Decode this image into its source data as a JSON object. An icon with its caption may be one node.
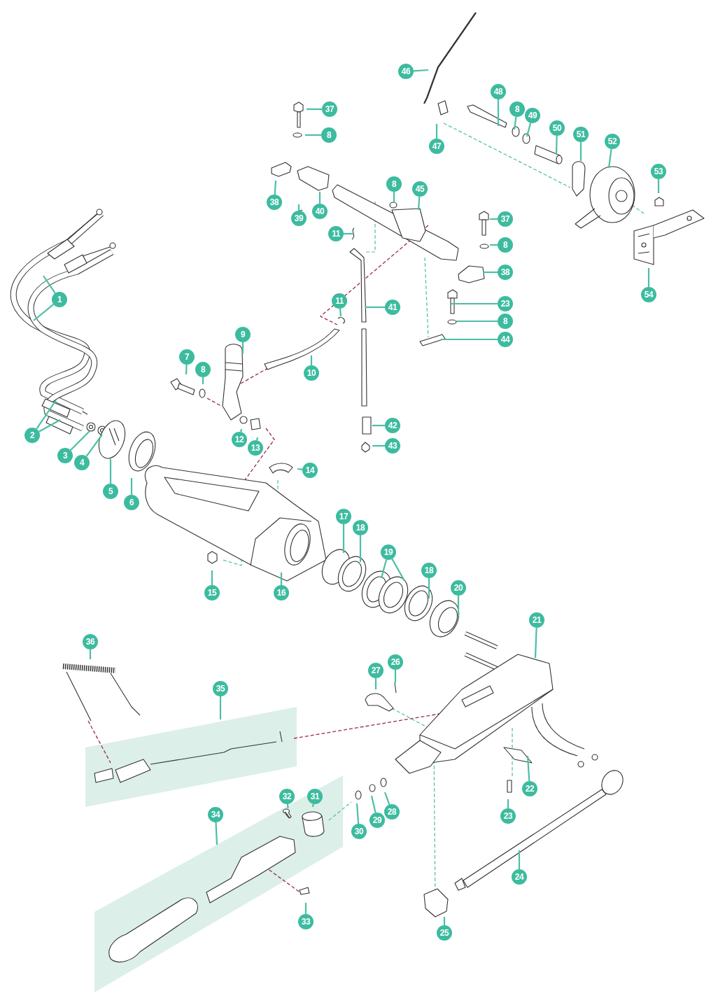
{
  "diagram": {
    "nodes": [
      {
        "text": [
          "1"
        ]
      },
      {
        "text": [
          "2"
        ]
      },
      {
        "text": [
          "3"
        ]
      },
      {
        "text": [
          "4"
        ]
      },
      {
        "text": [
          "5"
        ]
      },
      {
        "text": [
          "6"
        ]
      },
      {
        "text": [
          "7"
        ]
      },
      {
        "text": [
          "8"
        ]
      },
      {
        "text": [
          "9"
        ]
      },
      {
        "text": [
          "10"
        ]
      },
      {
        "text": [
          "11"
        ]
      },
      {
        "text": [
          "11"
        ]
      },
      {
        "text": [
          "12"
        ]
      },
      {
        "text": [
          "13"
        ]
      },
      {
        "text": [
          "14"
        ]
      },
      {
        "text": [
          "15"
        ]
      },
      {
        "text": [
          "16"
        ]
      },
      {
        "text": [
          "17"
        ]
      },
      {
        "text": [
          "18"
        ]
      },
      {
        "text": [
          "19"
        ]
      },
      {
        "text": [
          "18"
        ]
      },
      {
        "text": [
          "20"
        ]
      },
      {
        "text": [
          "21"
        ]
      },
      {
        "text": [
          "22"
        ]
      },
      {
        "text": [
          "23"
        ]
      },
      {
        "text": [
          "24"
        ]
      },
      {
        "text": [
          "25"
        ]
      },
      {
        "text": [
          "26"
        ]
      },
      {
        "text": [
          "27"
        ]
      },
      {
        "text": [
          "28"
        ]
      },
      {
        "text": [
          "29"
        ]
      },
      {
        "text": [
          "30"
        ]
      },
      {
        "text": [
          "31"
        ],
        "in": 65
      },
      {
        "text": [
          "32"
        ]
      },
      {
        "text": [
          "33"
        ]
      },
      {
        "text": [
          "34"
        ]
      },
      {
        "text": [
          "35"
        ]
      },
      {
        "text": [
          "36"
        ]
      },
      {
        "text": [
          "37"
        ]
      },
      {
        "text": [
          "8"
        ]
      },
      {
        "text": [
          "38"
        ]
      },
      {
        "text": [
          "39"
        ]
      },
      {
        "text": [
          "40"
        ]
      },
      {
        "text": [
          "8"
        ]
      },
      {
        "text": [
          "45"
        ]
      },
      {
        "text": [
          "41"
        ]
      },
      {
        "text": [
          "37"
        ]
      },
      {
        "text": [
          "8"
        ]
      },
      {
        "text": [
          "38"
        ]
      },
      {
        "text": [
          "23"
        ]
      },
      {
        "text": [
          "8"
        ]
      },
      {
        "text": [
          "44"
        ]
      },
      {
        "text": [
          "42"
        ]
      },
      {
        "text": [
          "43"
        ]
      },
      {
        "text": [
          "46"
        ]
      },
      {
        "text": [
          "47"
        ]
      },
      {
        "text": [
          "48"
        ]
      },
      {
        "text": [
          "8"
        ]
      },
      {
        "text": [
          "49"
        ]
      },
      {
        "text": [
          "50"
        ]
      },
      {
        "text": [
          "51"
        ]
      },
      {
        "text": [
          "52"
        ]
      },
      {
        "text": [
          "53"
        ]
      },
      {
        "text": [
          "54"
        ]
      },
      {
        "text": [],
        "shape": "band"
      },
      {
        "text": [],
        "shape": "band"
      },
      {
        "text": [],
        "shape": "picture",
        "in": 65
      },
      {
        "text": [],
        "shape": "picture",
        "in": 65
      }
    ],
    "edges": [
      {
        "from": 0,
        "to": null,
        "arrow": "none"
      },
      {
        "from": 0,
        "to": null,
        "arrow": "none"
      },
      {
        "from": 1,
        "to": null,
        "arrow": "none"
      },
      {
        "from": 1,
        "to": null,
        "arrow": "none"
      },
      {
        "from": 2,
        "to": null,
        "arrow": "none"
      },
      {
        "from": 3,
        "to": null,
        "arrow": "none"
      },
      {
        "from": 4,
        "to": null,
        "arrow": "none"
      },
      {
        "from": 5,
        "to": null,
        "arrow": "none"
      },
      {
        "from": 6,
        "to": null,
        "arrow": "none"
      },
      {
        "from": 7,
        "to": null,
        "arrow": "none"
      },
      {
        "from": 8,
        "to": null,
        "arrow": "none"
      },
      {
        "from": 9,
        "to": null,
        "arrow": "none"
      },
      {
        "from": 10,
        "to": null,
        "arrow": "none"
      },
      {
        "from": 11,
        "to": null,
        "arrow": "none"
      },
      {
        "from": 12,
        "to": null,
        "arrow": "none"
      },
      {
        "from": 13,
        "to": null,
        "arrow": "none"
      },
      {
        "from": 14,
        "to": null,
        "arrow": "none"
      },
      {
        "from": 15,
        "to": null,
        "arrow": "none"
      },
      {
        "from": 16,
        "to": null,
        "arrow": "none"
      },
      {
        "from": 17,
        "to": null,
        "arrow": "none"
      },
      {
        "from": 18,
        "to": null,
        "arrow": "none"
      },
      {
        "from": 19,
        "to": null,
        "arrow": "none"
      },
      {
        "from": 19,
        "to": null,
        "arrow": "none"
      },
      {
        "from": 20,
        "to": null,
        "arrow": "none"
      },
      {
        "from": 21,
        "to": null,
        "arrow": "none"
      },
      {
        "from": 22,
        "to": null,
        "arrow": "none"
      },
      {
        "from": 23,
        "to": null,
        "arrow": "none"
      },
      {
        "from": 24,
        "to": null,
        "arrow": "none"
      },
      {
        "from": 25,
        "to": null,
        "arrow": "none"
      },
      {
        "from": 26,
        "to": null,
        "arrow": "none"
      },
      {
        "from": 27,
        "to": null,
        "arrow": "none"
      },
      {
        "from": 28,
        "to": null,
        "arrow": "none"
      },
      {
        "from": 29,
        "to": null,
        "arrow": "none"
      },
      {
        "from": 30,
        "to": null,
        "arrow": "none"
      },
      {
        "from": 31,
        "to": null,
        "arrow": "none"
      },
      {
        "from": 32,
        "to": 67,
        "arrow": "none"
      },
      {
        "from": 33,
        "to": 66,
        "arrow": "none"
      },
      {
        "from": 34,
        "to": null,
        "arrow": "none"
      },
      {
        "from": 35,
        "to": 65,
        "arrow": "none"
      },
      {
        "from": 36,
        "to": 64,
        "arrow": "none"
      },
      {
        "from": 37,
        "to": null,
        "arrow": "none"
      },
      {
        "from": 38,
        "to": null,
        "arrow": "none"
      },
      {
        "from": 39,
        "to": null,
        "arrow": "none"
      },
      {
        "from": 40,
        "to": null,
        "arrow": "none"
      },
      {
        "from": 41,
        "to": null,
        "arrow": "none"
      },
      {
        "from": 42,
        "to": null,
        "arrow": "none"
      },
      {
        "from": 43,
        "to": null,
        "arrow": "none"
      },
      {
        "from": 44,
        "to": null,
        "arrow": "none"
      },
      {
        "from": 45,
        "to": null,
        "arrow": "none"
      },
      {
        "from": 46,
        "to": null,
        "arrow": "none"
      },
      {
        "from": 47,
        "to": null,
        "arrow": "none"
      },
      {
        "from": 48,
        "to": null,
        "arrow": "none"
      },
      {
        "from": 49,
        "to": null,
        "arrow": "none"
      },
      {
        "from": 50,
        "to": null,
        "arrow": "none"
      },
      {
        "from": 51,
        "to": null,
        "arrow": "none"
      },
      {
        "from": 52,
        "to": null,
        "arrow": "none"
      },
      {
        "from": 53,
        "to": null,
        "arrow": "none"
      },
      {
        "from": 54,
        "to": null,
        "arrow": "none"
      },
      {
        "from": 55,
        "to": null,
        "arrow": "none"
      },
      {
        "from": 56,
        "to": null,
        "arrow": "none"
      },
      {
        "from": 57,
        "to": null,
        "arrow": "none"
      },
      {
        "from": 58,
        "to": null,
        "arrow": "none"
      },
      {
        "from": 59,
        "to": null,
        "arrow": "none"
      },
      {
        "from": 60,
        "to": null,
        "arrow": "none"
      },
      {
        "from": 61,
        "to": null,
        "arrow": "none"
      },
      {
        "from": 62,
        "to": null,
        "arrow": "none"
      },
      {
        "from": 63,
        "to": null,
        "arrow": "none"
      }
    ]
  }
}
